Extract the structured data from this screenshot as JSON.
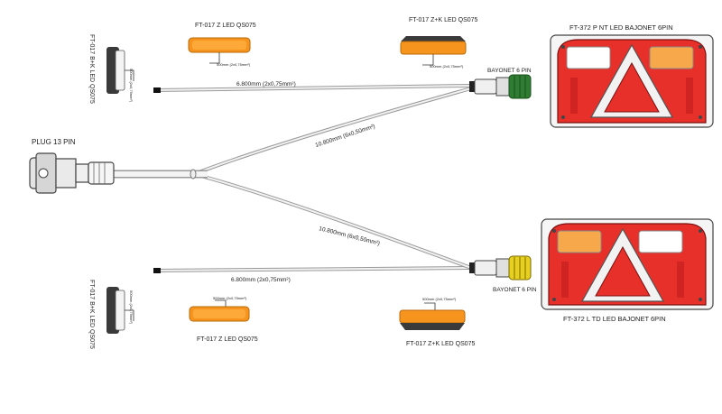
{
  "labels": {
    "top_z": "FT-017 Z LED  QS075",
    "top_zk": "FT-017 Z+K LED  QS075",
    "top_lamp": "FT-372 P NT LED BAJONET 6PIN",
    "left_top_bk": "FT-017 B+K LED QS075",
    "left_bottom_bk": "FT-017 B+K LED QS075",
    "plug": "PLUG 13 PIN",
    "bayonet_top": "BAYONET 6 PIN",
    "bayonet_bottom": "BAYONET 6 PIN",
    "bottom_z": "FT-017 Z LED  QS075",
    "bottom_zk": "FT-017 Z+K LED  QS075",
    "bottom_lamp": "FT-372 L TD LED BAJONET 6PIN"
  },
  "cables": {
    "top_side": "6.800mm  (2x0,75mm²)",
    "bottom_side": "6.800mm  (2x0,75mm²)",
    "main_top": "10.800mm  (6x0,50mm²)",
    "main_bottom": "10.800mm  (6x0,50mm²)",
    "small_lead": "500mm (2x0,75mm²)"
  },
  "colors": {
    "amber": "#f7941d",
    "red": "#e8302a",
    "dark": "#3a3a3a",
    "bayonet_top": "#2e7d32",
    "bayonet_bottom": "#e8d020"
  }
}
